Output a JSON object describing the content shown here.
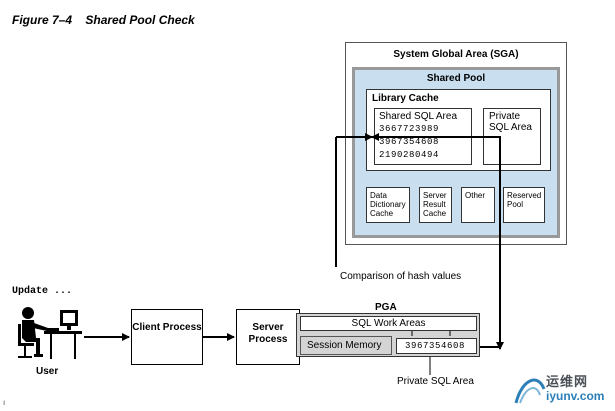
{
  "figure_title": "Figure 7–4    Shared Pool Check",
  "sga": {
    "label": "System Global Area (SGA)",
    "shared_pool": {
      "label": "Shared Pool",
      "library_cache": {
        "label": "Library Cache",
        "shared_sql_area": {
          "label": "Shared SQL Area",
          "hashes": [
            "3667723989",
            "3967354608",
            "2190280494"
          ]
        },
        "private_sql_area": {
          "label": "Private SQL Area"
        }
      },
      "subcomponents": [
        "Data Dictionary Cache",
        "Server Result Cache",
        "Other",
        "Reserved Pool"
      ]
    }
  },
  "user": {
    "command": "Update ...",
    "label": "User"
  },
  "client_process": {
    "label": "Client Process"
  },
  "server_process": {
    "label": "Server Process"
  },
  "pga": {
    "label": "PGA",
    "sql_work_areas": "SQL Work Areas",
    "session_memory": "Session Memory",
    "private_hash": "3967354608",
    "private_sql_area_label": "Private SQL Area"
  },
  "comparison_label": "Comparison of hash values",
  "watermark": {
    "top": "运维网",
    "bottom": "iyunv.com"
  },
  "page_mark": "ı",
  "colors": {
    "shared_pool_fill": "#c9dff0",
    "pga_fill": "#d4d4d4",
    "watermark_blue": "#2c7fb8"
  }
}
